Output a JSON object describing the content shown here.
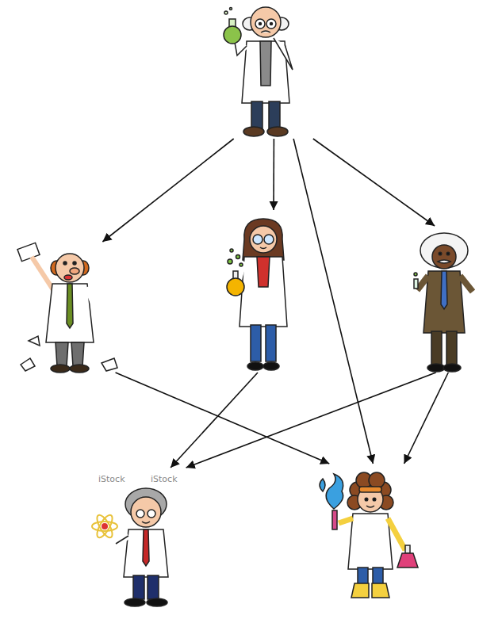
{
  "diagram": {
    "nodes": [
      {
        "text": []
      },
      {
        "text": []
      },
      {
        "text": []
      },
      {
        "text": []
      },
      {
        "text": []
      },
      {
        "text": []
      }
    ],
    "edges": [
      {
        "from": 0,
        "to": 1,
        "arrow": "to"
      },
      {
        "from": 0,
        "to": 2,
        "arrow": "to"
      },
      {
        "from": 0,
        "to": 3,
        "arrow": "to"
      },
      {
        "from": 0,
        "to": 5,
        "arrow": "to"
      },
      {
        "from": 1,
        "to": 5,
        "arrow": "to"
      },
      {
        "from": 2,
        "to": 4,
        "arrow": "to"
      },
      {
        "from": 3,
        "to": 4,
        "arrow": "to"
      },
      {
        "from": 3,
        "to": 5,
        "arrow": "to"
      }
    ],
    "labels": [
      "iStock",
      "iStock"
    ]
  }
}
